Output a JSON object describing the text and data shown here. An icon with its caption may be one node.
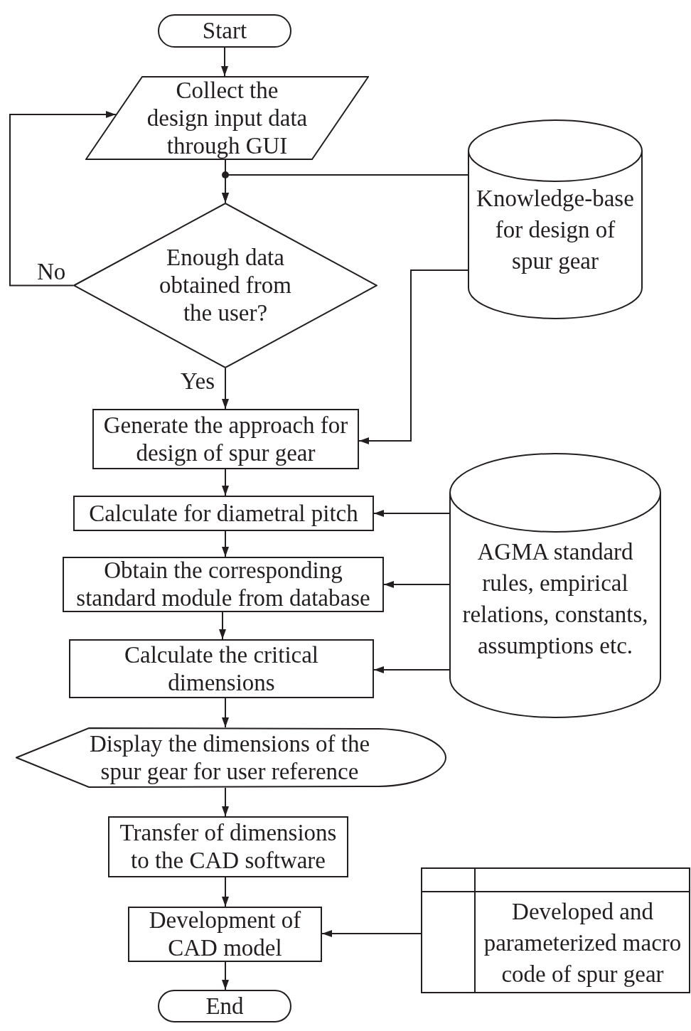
{
  "diagram": {
    "nodes": [
      {
        "text": [
          "Start"
        ]
      },
      {
        "text": [
          "Collect the design input data through GUI"
        ]
      },
      {
        "text": [
          "Enough data obtained from the user?"
        ]
      },
      {
        "text": [
          "Knowledge-base for design of spur gear"
        ]
      },
      {
        "text": [
          "Generate the approach for design of spur gear"
        ]
      },
      {
        "text": [
          "Calculate for diametral pitch"
        ]
      },
      {
        "text": [
          "Obtain the corresponding standard module from database"
        ]
      },
      {
        "text": [
          "Calculate the critical dimensions"
        ]
      },
      {
        "text": [
          "Display the dimensions of the spur gear for user reference"
        ]
      },
      {
        "text": [
          "AGMA standard rules, empirical relations, constants, assumptions etc."
        ]
      },
      {
        "text": [
          "Transfer of dimensions to the CAD software"
        ]
      },
      {
        "text": [
          "Development of CAD model"
        ]
      },
      {
        "text": [
          "Developed and parameterized macro code of spur gear"
        ]
      },
      {
        "text": [
          "End"
        ]
      }
    ],
    "edges": [
      {
        "from": 0,
        "to": 1,
        "arrow": "to"
      },
      {
        "from": 1,
        "to": 2,
        "arrow": "to"
      },
      {
        "from": 3,
        "to": 2,
        "arrow": "to"
      },
      {
        "from": 2,
        "to": 1,
        "arrow": "to",
        "label": "No"
      },
      {
        "from": 2,
        "to": 4,
        "arrow": "to",
        "label": "Yes"
      },
      {
        "from": 3,
        "to": 4,
        "arrow": "to"
      },
      {
        "from": 4,
        "to": 5,
        "arrow": "to"
      },
      {
        "from": 9,
        "to": 5,
        "arrow": "to"
      },
      {
        "from": 5,
        "to": 6,
        "arrow": "to"
      },
      {
        "from": 9,
        "to": 6,
        "arrow": "to"
      },
      {
        "from": 6,
        "to": 7,
        "arrow": "to"
      },
      {
        "from": 9,
        "to": 7,
        "arrow": "to"
      },
      {
        "from": 7,
        "to": 8,
        "arrow": "to"
      },
      {
        "from": 8,
        "to": 10,
        "arrow": "to"
      },
      {
        "from": 10,
        "to": 11,
        "arrow": "to"
      },
      {
        "from": 12,
        "to": 11,
        "arrow": "to"
      },
      {
        "from": 11,
        "to": 13,
        "arrow": "to"
      }
    ]
  }
}
